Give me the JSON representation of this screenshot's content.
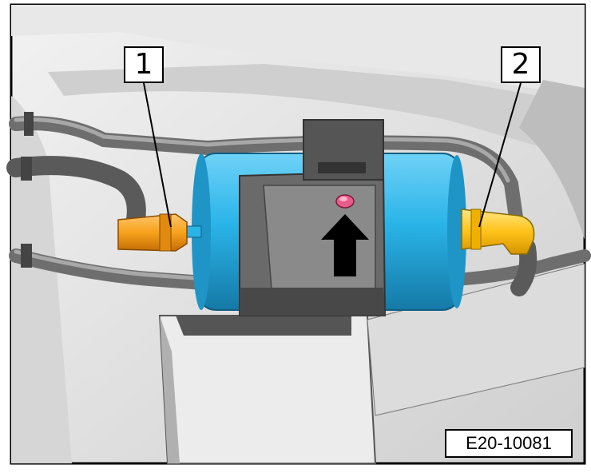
{
  "labels": {
    "callout_1": "1",
    "callout_2": "2",
    "figure_ref": "E20-10081"
  },
  "colors": {
    "filter_body": "#2ab4e8",
    "connector": "#f7a21b",
    "connector_right": "#ffc21a",
    "bracket": "#5a5a5a",
    "pipe": "#8a8a8a",
    "arrow": "#000000",
    "screw": "#e65c8a"
  },
  "icons": {
    "arrow": "arrow-up-icon"
  }
}
